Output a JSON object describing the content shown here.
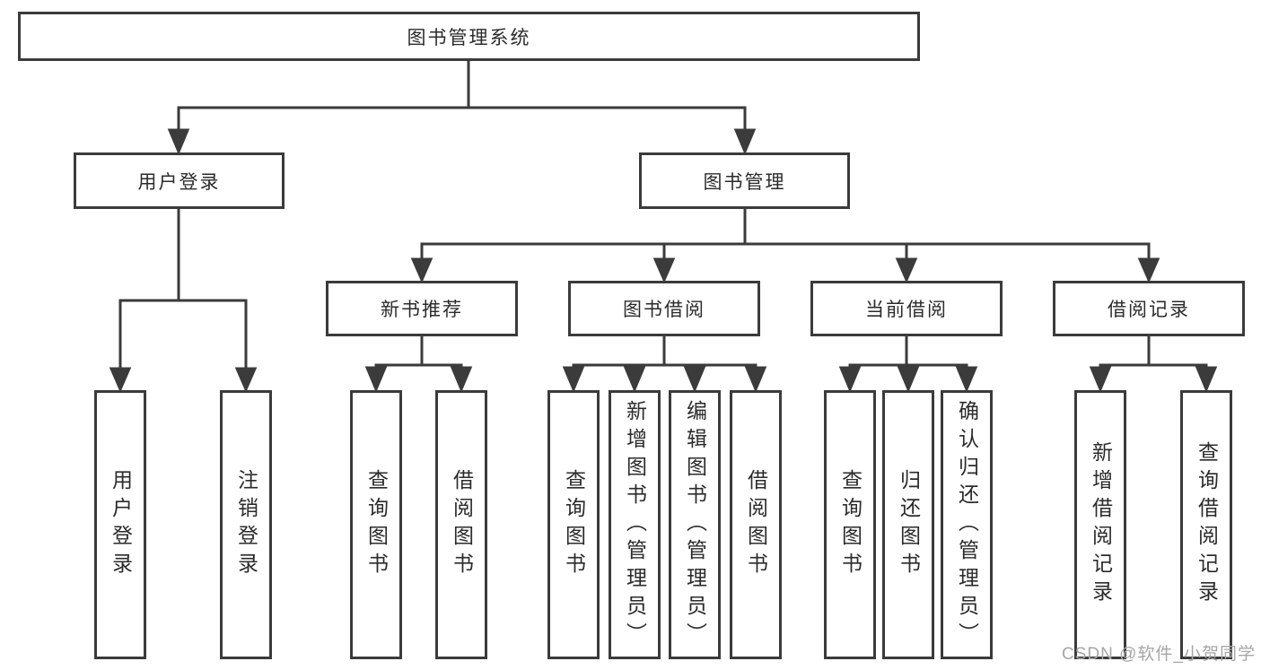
{
  "colors": {
    "line": "#3b3b3b",
    "box_border": "#3b3b3b",
    "text": "#2b2b2b",
    "watermark_text": "#a6a6a6",
    "background": "#ffffff"
  },
  "watermark": "CSDN @软件_小贺同学",
  "tree": {
    "label": "图书管理系统",
    "children": [
      {
        "label": "用户登录",
        "children": [
          {
            "label": "用户登录"
          },
          {
            "label": "注销登录"
          }
        ]
      },
      {
        "label": "图书管理",
        "children": [
          {
            "label": "新书推荐",
            "children": [
              {
                "label": "查询图书"
              },
              {
                "label": "借阅图书"
              }
            ]
          },
          {
            "label": "图书借阅",
            "children": [
              {
                "label": "查询图书"
              },
              {
                "label": "新增图书（管理员）"
              },
              {
                "label": "编辑图书（管理员）"
              },
              {
                "label": "借阅图书"
              }
            ]
          },
          {
            "label": "当前借阅",
            "children": [
              {
                "label": "查询图书"
              },
              {
                "label": "归还图书"
              },
              {
                "label": "确认归还（管理员）"
              }
            ]
          },
          {
            "label": "借阅记录",
            "children": [
              {
                "label": "新增借阅记录"
              },
              {
                "label": "查询借阅记录"
              }
            ]
          }
        ]
      }
    ]
  }
}
